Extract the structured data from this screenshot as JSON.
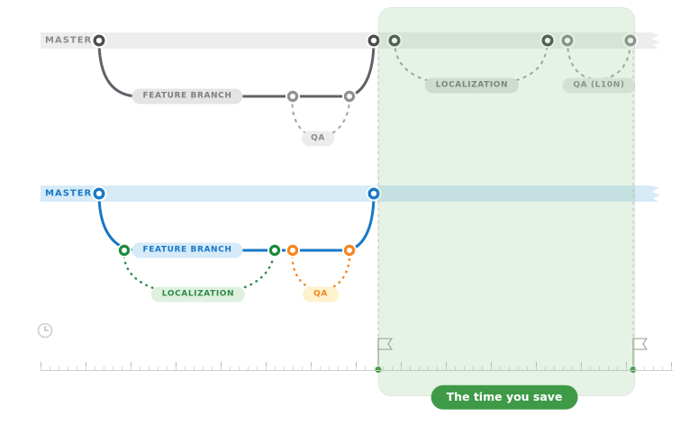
{
  "top_flow": {
    "master_label": "MASTER",
    "feature_branch_label": "FEATURE BRANCH",
    "qa_label": "QA",
    "localization_label": "LOCALIZATION",
    "qa_l10n_label": "QA (L10N)"
  },
  "bottom_flow": {
    "master_label": "MASTER",
    "feature_branch_label": "FEATURE BRANCH",
    "localization_label": "LOCALIZATION",
    "qa_label": "QA"
  },
  "highlight": {
    "label": "The time you save"
  },
  "icons": {
    "clock": "clock-icon",
    "flag_start": "flag-icon",
    "flag_end": "flag-icon"
  },
  "colors": {
    "gray_ribbon": "#ededed",
    "gray_line": "#5f6368",
    "gray_dashed": "#a5a5a5",
    "blue": "#1878c8",
    "blue_ribbon": "#d6eaf8",
    "green": "#2e8b46",
    "orange": "#f5861f",
    "qa_pill_bg": "#fdf2cb",
    "localization_pill_bg": "#dff0df",
    "highlight_fill": "rgba(120,185,120,0.18)",
    "badge_bg": "#3f9a47",
    "timeline": "#cdcdcd"
  }
}
